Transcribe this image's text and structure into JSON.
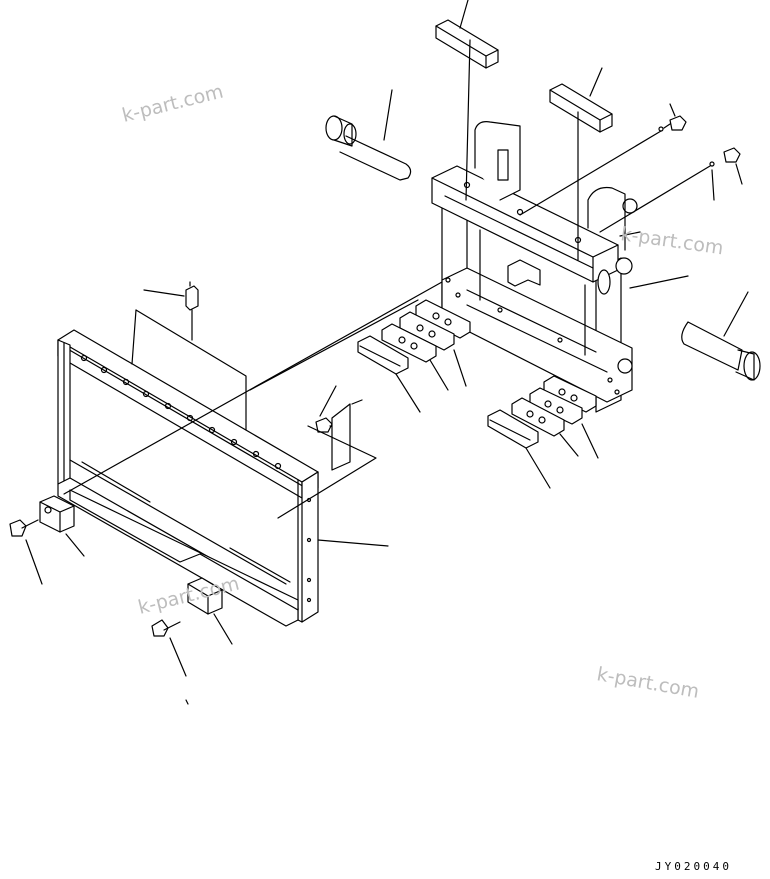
{
  "watermarks": [
    "k-part.com",
    "k-part.com",
    "k-part.com",
    "k-part.com"
  ],
  "drawing_code": "JY020040"
}
